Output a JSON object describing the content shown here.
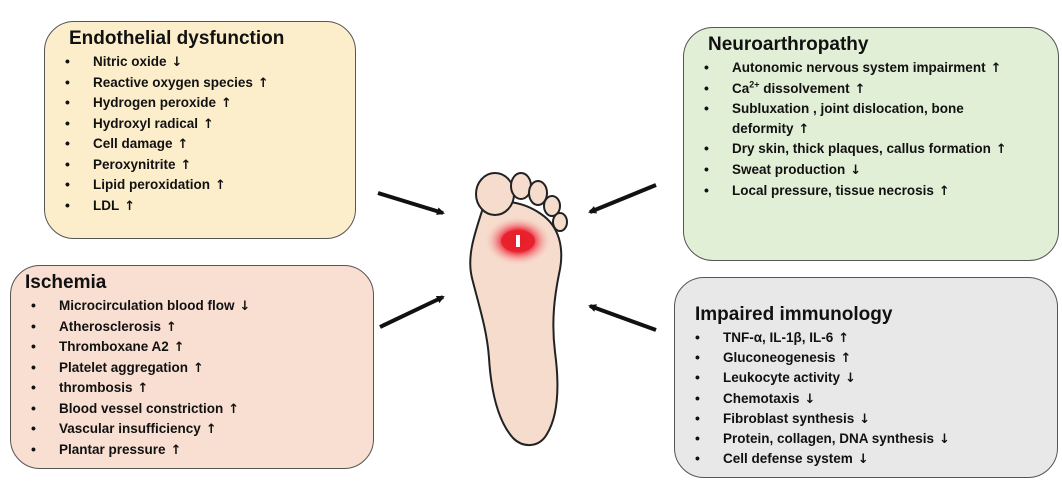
{
  "boxes": {
    "endothelial": {
      "title": "Endothelial dysfunction",
      "items": [
        {
          "text": "Nitric oxide",
          "arrow": "↓"
        },
        {
          "text": "Reactive oxygen species",
          "arrow": "↑"
        },
        {
          "text": "Hydrogen peroxide",
          "arrow": "↑"
        },
        {
          "text": "Hydroxyl radical",
          "arrow": "↑"
        },
        {
          "text": "Cell damage",
          "arrow": "↑"
        },
        {
          "text": "Peroxynitrite",
          "arrow": "↑"
        },
        {
          "text": "Lipid peroxidation",
          "arrow": "↑"
        },
        {
          "text": "LDL",
          "arrow": "↑"
        }
      ]
    },
    "ischemia": {
      "title": "Ischemia",
      "items": [
        {
          "text": "Microcirculation  blood flow",
          "arrow": "↓"
        },
        {
          "text": "Atherosclerosis",
          "arrow": "↑"
        },
        {
          "text": "Thromboxane A2",
          "arrow": "↑"
        },
        {
          "text": "Platelet aggregation",
          "arrow": "↑"
        },
        {
          "text": "thrombosis",
          "arrow": "↑"
        },
        {
          "text": "Blood vessel constriction",
          "arrow": "↑"
        },
        {
          "text": "Vascular insufficiency",
          "arrow": "↑"
        },
        {
          "text": "Plantar pressure",
          "arrow": "↑"
        }
      ]
    },
    "neuro": {
      "title": "Neuroarthropathy",
      "items": [
        {
          "text": "Autonomic nervous system impairment",
          "arrow": "↑"
        },
        {
          "text": "Ca",
          "sup": "2+",
          "rest": " dissolvement",
          "arrow": "↑"
        },
        {
          "text": "Subluxation , joint dislocation, bone deformity",
          "arrow": "↑"
        },
        {
          "text": "Dry skin, thick plaques, callus formation",
          "arrow": "↑"
        },
        {
          "text": "Sweat production",
          "arrow": "↓"
        },
        {
          "text": "Local pressure, tissue necrosis",
          "arrow": "↑"
        }
      ]
    },
    "immuno": {
      "title": "Impaired immunology",
      "items": [
        {
          "text": "TNF-α, IL-1β, IL-6",
          "arrow": "↑"
        },
        {
          "text": "Gluconeogenesis",
          "arrow": "↑"
        },
        {
          "text": "Leukocyte activity",
          "arrow": "↓"
        },
        {
          "text": "Chemotaxis",
          "arrow": "↓"
        },
        {
          "text": "Fibroblast synthesis",
          "arrow": "↓"
        },
        {
          "text": "Protein, collagen, DNA synthesis",
          "arrow": "↓"
        },
        {
          "text": "Cell defense system",
          "arrow": "↓"
        }
      ]
    }
  },
  "colors": {
    "endothelial_bg": "#fdeecb",
    "ischemia_bg": "#f8dfd1",
    "neuro_bg": "#e2efd7",
    "immuno_bg": "#e8e8e8",
    "foot_skin": "#f6dccd",
    "wound_red": "#e8202a"
  },
  "icons": [
    "foot-ulcer-icon",
    "connector-arrow-icon"
  ]
}
